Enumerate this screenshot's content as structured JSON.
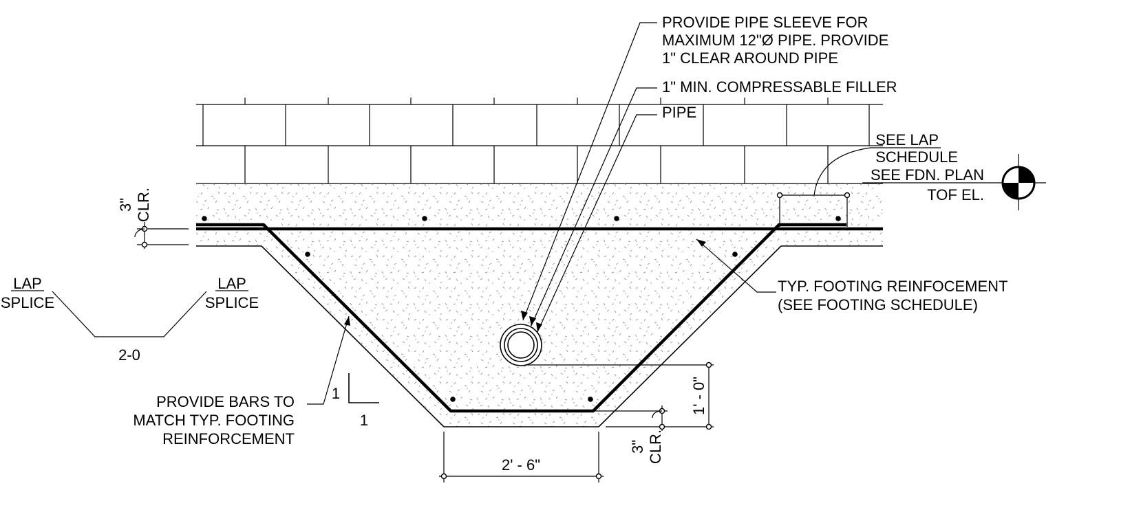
{
  "notes": {
    "pipe_sleeve": [
      "PROVIDE PIPE SLEEVE FOR",
      "MAXIMUM 12\"Ø PIPE. PROVIDE",
      "1\" CLEAR AROUND PIPE"
    ],
    "filler": "1\" MIN. COMPRESSABLE FILLER",
    "pipe": "PIPE",
    "lap_schedule": [
      "SEE LAP",
      "SCHEDULE"
    ],
    "fdn_plan": "SEE FDN. PLAN",
    "tof": "TOF EL.",
    "typ_reinf": [
      "TYP. FOOTING REINFOCEMENT",
      "(SEE FOOTING SCHEDULE)"
    ],
    "provide_bars": [
      "PROVIDE BARS TO",
      "MATCH TYP. FOOTING",
      "REINFORCEMENT"
    ]
  },
  "lap_diagram": {
    "left_top": "LAP",
    "left_bottom": "SPLICE",
    "right_top": "LAP",
    "right_bottom": "SPLICE",
    "length": "2-0"
  },
  "slope": {
    "rise": "1",
    "run": "1"
  },
  "dimensions": {
    "top_clear_value": "3\"",
    "top_clear_label": "CLR.",
    "bottom_clear_value": "3\"",
    "bottom_clear_label": "CLR.",
    "pipe_height": "1' - 0\"",
    "bottom_width": "2' - 6\""
  },
  "symbols": {
    "elevation_marker": "elevation-target-icon"
  },
  "colors": {
    "line": "#000000",
    "concrete_speckle": "#9a9a9a",
    "background": "#ffffff"
  }
}
